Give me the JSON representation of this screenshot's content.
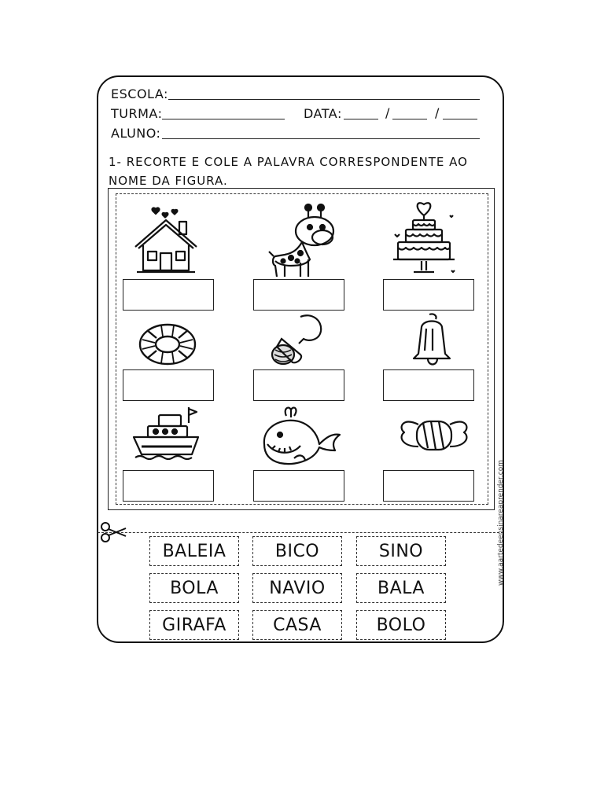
{
  "header": {
    "escola_label": "ESCOLA:",
    "turma_label": "TURMA:",
    "data_label": "DATA:",
    "data_sep1": "/",
    "data_sep2": "/",
    "aluno_label": "ALUNO:"
  },
  "instruction": {
    "text": "1- RECORTE E COLE A PALAVRA CORRESPONDENTE AO NOME DA FIGURA."
  },
  "pictures": [
    {
      "icon": "house-icon"
    },
    {
      "icon": "giraffe-icon"
    },
    {
      "icon": "cake-icon"
    },
    {
      "icon": "float-ring-icon"
    },
    {
      "icon": "pacifier-icon"
    },
    {
      "icon": "bell-icon"
    },
    {
      "icon": "ship-icon"
    },
    {
      "icon": "whale-icon"
    },
    {
      "icon": "candy-icon"
    }
  ],
  "words": [
    "BALEIA",
    "BICO",
    "SINO",
    "BOLA",
    "NAVIO",
    "BALA",
    "GIRAFA",
    "CASA",
    "BOLO"
  ],
  "side_text": "www.aartedeensinareaprender.com"
}
